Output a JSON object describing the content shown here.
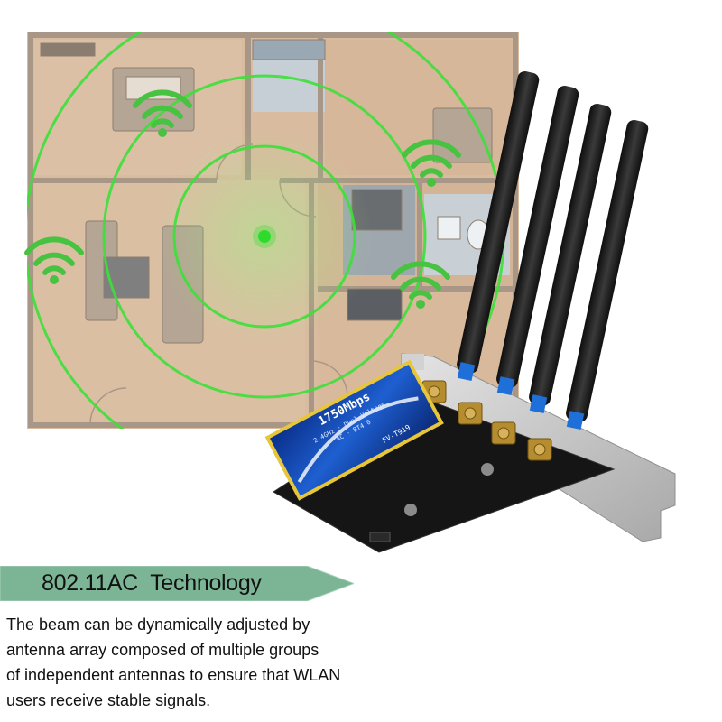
{
  "colors": {
    "floor": "#d8b99c",
    "wall": "#a89786",
    "signal_ring": "#3de03a",
    "wifi_icon": "#48c241",
    "banner": "#7cb596",
    "card_label": "#1140a8",
    "card_border": "#e7c63a",
    "pcb": "#151515",
    "bracket": "#c9c9c9",
    "antenna": "#1b1b1b",
    "connector": "#b58c2e"
  },
  "icons": [
    "wifi-icon",
    "wifi-icon",
    "wifi-icon",
    "wifi-icon"
  ],
  "card": {
    "speed": "1750Mbps",
    "line1": "2.4GHz · Dual·Voltage",
    "line2": "AC · BT4.0",
    "model": "FV-T919"
  },
  "banner": {
    "title": "802.11AC  Technology"
  },
  "description": {
    "lines": [
      "The beam can be dynamically adjusted by",
      "antenna array composed of multiple groups",
      "of independent antennas to ensure that WLAN",
      "users receive stable signals."
    ]
  }
}
